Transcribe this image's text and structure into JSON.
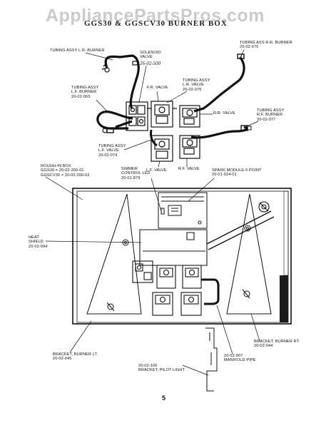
{
  "watermark": "AppliancePartsPros.com",
  "title": "GGS30 & GGSCV30 BURNER BOX",
  "page_number": "5",
  "handwritten_note": "26-02-500",
  "labels": {
    "tubing_lr": "TUBING ASSY L.R. BURNER",
    "solenoid": [
      "SOLENOID",
      "VALVE"
    ],
    "tubing_rr": [
      "TUBING ASS R.R. BURNER",
      "20-02-076"
    ],
    "tubing_lr_valve": [
      "TUBING ASSY",
      "L.R. VALVE",
      "20-02-075"
    ],
    "fr_valve": "F.R. VALVE",
    "tubing_lf_burner": [
      "TUBING ASSY",
      "L.F. BURNER",
      "20-02-063"
    ],
    "rr_valve": "R.R. VALVE",
    "tubing_rf_burner": [
      "TUBING ASSY",
      "R.F. BURNER",
      "20-02-077"
    ],
    "tubing_lf_valve": [
      "TUBING ASSY",
      "L.F. VALVE",
      "20-02-074"
    ],
    "lf_valve": "L.F. VALVE",
    "rf_valve": "R.F. VALVE",
    "rough_in_box": [
      "ROUGH-IN BOX",
      "GGS30 = 20-02-200-01",
      "GGSCV30 = 20-02-200-02"
    ],
    "simmer_led": [
      "SIMMER",
      "CONTROL LED",
      "20-01-879"
    ],
    "spark_module": [
      "SPARK MODULE-5 POINT",
      "20-01-924-01"
    ],
    "heat_shield": [
      "HEAT",
      "SHIELD",
      "20-02-094"
    ],
    "bracket_burner_rt": [
      "BRACKET, BURNER RT.",
      "20-02-044"
    ],
    "bracket_burner_lt": [
      "BRACKET, BURNER LT.",
      "20-02-045"
    ],
    "manifold_pipe": [
      "20-02-007",
      "MANIFOLD PIPE"
    ],
    "bracket_pilot": [
      "20-02-106",
      "BRACKET, PILOT LIGHT"
    ]
  },
  "colors": {
    "ink": "#111111",
    "watermark": "#8c8c8c",
    "paper": "#ffffff"
  }
}
